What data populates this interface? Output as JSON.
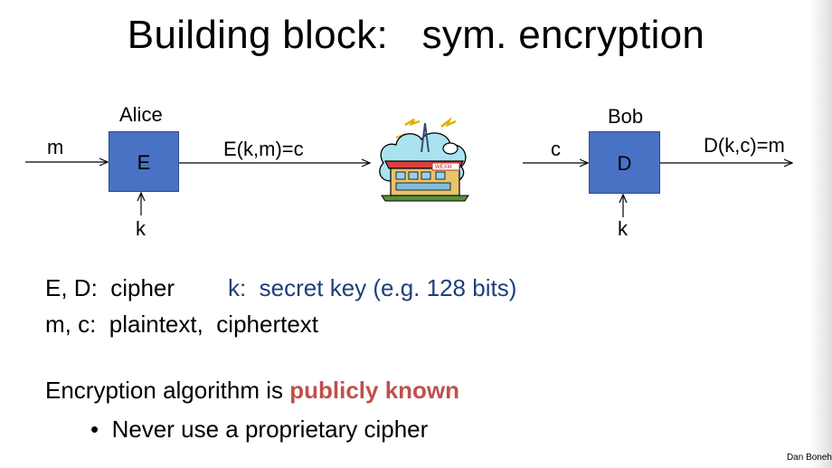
{
  "title": "Building block:   sym. encryption",
  "diagram": {
    "alice_label": "Alice",
    "bob_label": "Bob",
    "input_m": "m",
    "encrypt_box": "E",
    "key_left": "k",
    "ciphertext_label": "E(k,m)=c",
    "input_c": "c",
    "decrypt_box": "D",
    "key_right": "k",
    "output_label": "D(k,c)=m",
    "building_sign": "WEXM"
  },
  "definitions": {
    "line1_left": "E, D:  cipher",
    "line1_right": "k:  secret key (e.g. 128 bits)",
    "line2": "m, c:  plaintext,  ciphertext"
  },
  "statement": {
    "prefix": "Encryption algorithm is ",
    "highlight": "publicly known"
  },
  "bullets": [
    "Never use a proprietary cipher"
  ],
  "footer": "Dan Boneh",
  "colors": {
    "box_fill": "#4a72c4",
    "key_text": "#1f3f7a",
    "highlight": "#c0504d"
  }
}
